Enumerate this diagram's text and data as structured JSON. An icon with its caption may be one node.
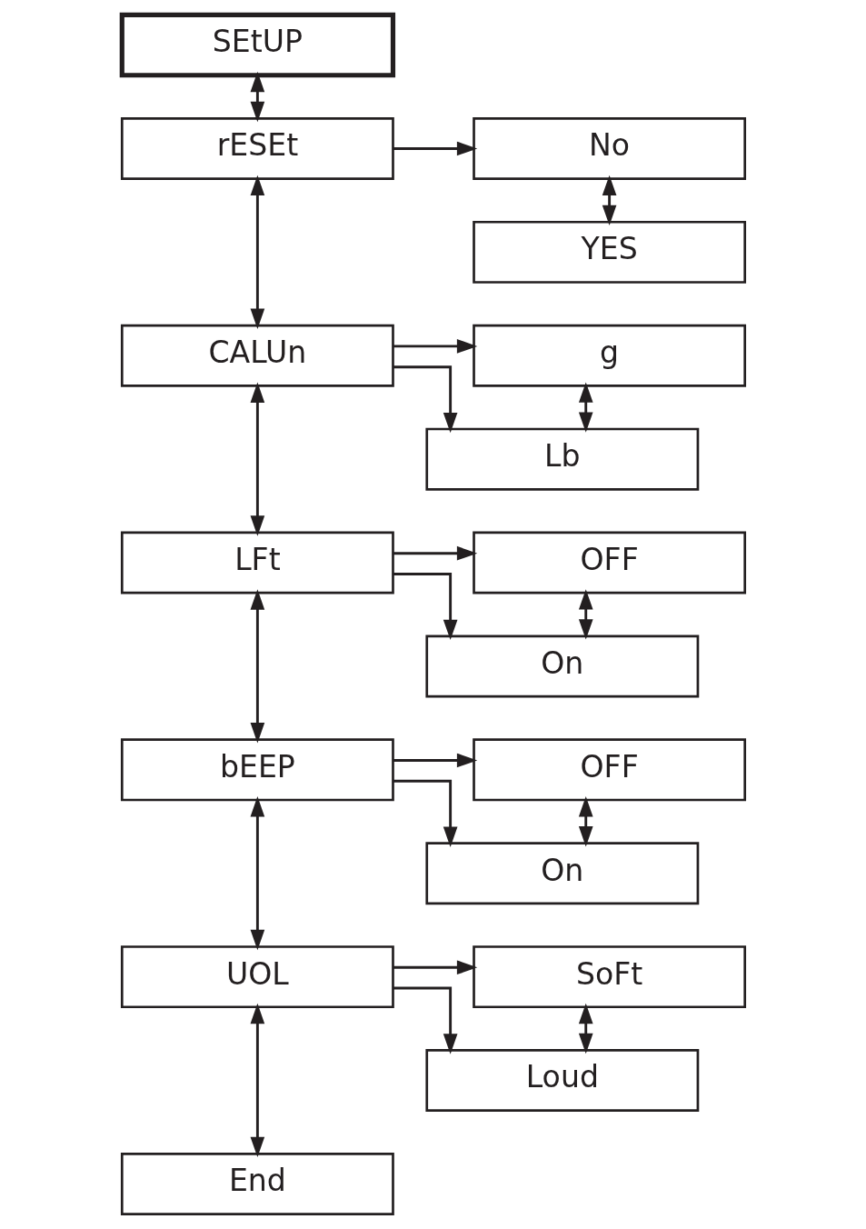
{
  "diagram": {
    "nodes": [
      {
        "text": [
          "SEtUP"
        ]
      },
      {
        "text": [
          "rESEt"
        ]
      },
      {
        "text": [
          "No"
        ]
      },
      {
        "text": [
          "YES"
        ]
      },
      {
        "text": [
          "CALUn"
        ]
      },
      {
        "text": [
          "g"
        ]
      },
      {
        "text": [
          "Lb"
        ]
      },
      {
        "text": [
          "LFt"
        ]
      },
      {
        "text": [
          "OFF"
        ]
      },
      {
        "text": [
          "On"
        ]
      },
      {
        "text": [
          "bEEP"
        ]
      },
      {
        "text": [
          "OFF"
        ]
      },
      {
        "text": [
          "On"
        ]
      },
      {
        "text": [
          "UOL"
        ]
      },
      {
        "text": [
          "SoFt"
        ]
      },
      {
        "text": [
          "Loud"
        ]
      },
      {
        "text": [
          "End"
        ]
      }
    ],
    "edges": [
      {
        "from": 0,
        "to": 1,
        "arrow": "both"
      },
      {
        "from": 1,
        "to": 2,
        "arrow": "to"
      },
      {
        "from": 2,
        "to": 3,
        "arrow": "both"
      },
      {
        "from": 1,
        "to": 4,
        "arrow": "both"
      },
      {
        "from": 4,
        "to": 5,
        "arrow": "to"
      },
      {
        "from": 4,
        "to": 6,
        "arrow": "to"
      },
      {
        "from": 5,
        "to": 6,
        "arrow": "both"
      },
      {
        "from": 4,
        "to": 7,
        "arrow": "both"
      },
      {
        "from": 7,
        "to": 8,
        "arrow": "to"
      },
      {
        "from": 7,
        "to": 9,
        "arrow": "to"
      },
      {
        "from": 8,
        "to": 9,
        "arrow": "both"
      },
      {
        "from": 7,
        "to": 10,
        "arrow": "both"
      },
      {
        "from": 10,
        "to": 11,
        "arrow": "to"
      },
      {
        "from": 10,
        "to": 12,
        "arrow": "to"
      },
      {
        "from": 11,
        "to": 12,
        "arrow": "both"
      },
      {
        "from": 10,
        "to": 13,
        "arrow": "both"
      },
      {
        "from": 13,
        "to": 14,
        "arrow": "to"
      },
      {
        "from": 13,
        "to": 15,
        "arrow": "to"
      },
      {
        "from": 14,
        "to": 15,
        "arrow": "both"
      },
      {
        "from": 13,
        "to": 16,
        "arrow": "both"
      }
    ]
  }
}
